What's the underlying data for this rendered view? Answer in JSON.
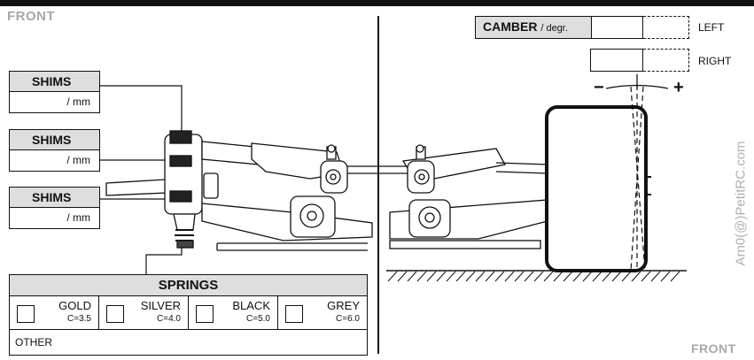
{
  "front_top_label": "FRONT",
  "front_bottom_label": "FRONT",
  "watermark": "Arn0(@)PetitRC.com",
  "shims": [
    {
      "label": "SHIMS",
      "unit": "/ mm"
    },
    {
      "label": "SHIMS",
      "unit": "/ mm"
    },
    {
      "label": "SHIMS",
      "unit": "/ mm"
    }
  ],
  "springs": {
    "title": "SPRINGS",
    "options": [
      {
        "name": "GOLD",
        "coef": "C=3.5"
      },
      {
        "name": "SILVER",
        "coef": "C=4.0"
      },
      {
        "name": "BLACK",
        "coef": "C=5.0"
      },
      {
        "name": "GREY",
        "coef": "C=6.0"
      }
    ],
    "other_label": "OTHER"
  },
  "camber": {
    "title": "CAMBER",
    "unit": "/ degr.",
    "left_label": "LEFT",
    "right_label": "RIGHT",
    "minus": "−",
    "plus": "+"
  }
}
